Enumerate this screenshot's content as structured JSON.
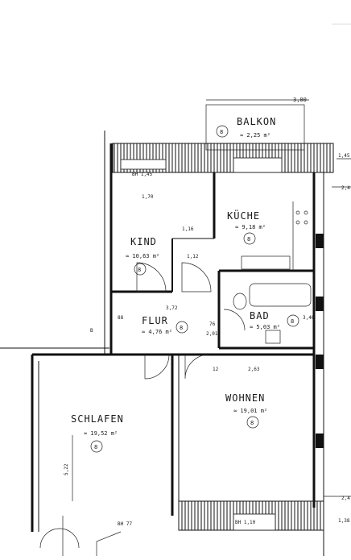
{
  "rooms": {
    "balkon": {
      "name": "BALKON",
      "area": "≈ 2,25 m²",
      "mark": "8"
    },
    "kueche": {
      "name": "KÜCHE",
      "area": "≈ 9,18 m²",
      "mark": "8"
    },
    "kind": {
      "name": "KIND",
      "area": "≈ 10,63 m²",
      "mark": "8"
    },
    "flur": {
      "name": "FLUR",
      "area": "≈ 4,76 m²",
      "mark": "8"
    },
    "bad": {
      "name": "BAD",
      "area": "≈ 5,03 m²",
      "mark": "8"
    },
    "wohnen": {
      "name": "WOHNEN",
      "area": "≈ 19,01 m²",
      "mark": "8"
    },
    "schlafen": {
      "name": "SCHLAFEN",
      "area": "≈ 19,52 m²",
      "mark": "8"
    }
  },
  "dimensions": {
    "d_300": "3,00",
    "d_145": "1,45",
    "d_24_top": "2,4",
    "d_24_bottom": "2,4",
    "d_138": "1,38",
    "d_116": "1,16",
    "d_112": "1,12",
    "d_372": "3,72",
    "d_263": "2,63",
    "d_522": "5,22",
    "d_346": "3,46",
    "d_145w": "1,45",
    "d_70": "1,70",
    "d_76": "76",
    "d_201": "2,01",
    "d_88": "88",
    "d_12": "12",
    "d_b": "B"
  },
  "window_labels": {
    "kind_window": "BH 1,45",
    "schlafen_window": "BH 77",
    "wohnen_window": "BH 1,10"
  }
}
